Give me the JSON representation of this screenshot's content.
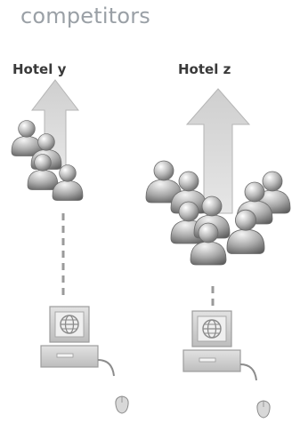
{
  "title": "competitors",
  "hotels": [
    {
      "label": "Hotel y"
    },
    {
      "label": "Hotel z"
    }
  ],
  "icons": {
    "arrow": "up-arrow-icon",
    "person": "user-icon",
    "computer": "computer-globe-icon",
    "mouse": "mouse-icon"
  },
  "colors": {
    "title": "#9aa0a6",
    "label": "#3a3a3a",
    "arrow": "#d8d8d8",
    "people": "#9a9a9a",
    "computer": "#cfcfcf",
    "connector": "#9a9a9a"
  }
}
